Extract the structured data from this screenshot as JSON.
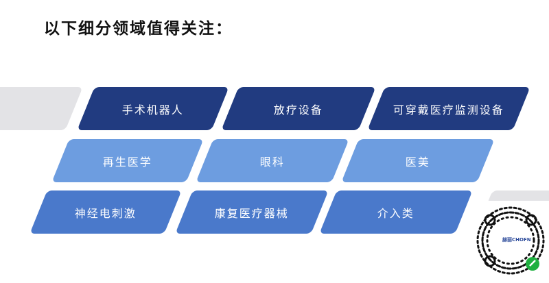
{
  "title": "以下细分领域值得关注：",
  "rows": [
    [
      "手术机器人",
      "放疗设备",
      "可穿戴医疗监测设备"
    ],
    [
      "再生医学",
      "眼科",
      "医美"
    ],
    [
      "神经电刺激",
      "康复医疗器械",
      "介入类"
    ]
  ],
  "colors": {
    "row1": "#213b80",
    "row2": "#6d9de0",
    "row3": "#4a79cb"
  },
  "qr": {
    "logo_text": "赫丽CHOFN",
    "icon": "mini-program-code-icon"
  }
}
